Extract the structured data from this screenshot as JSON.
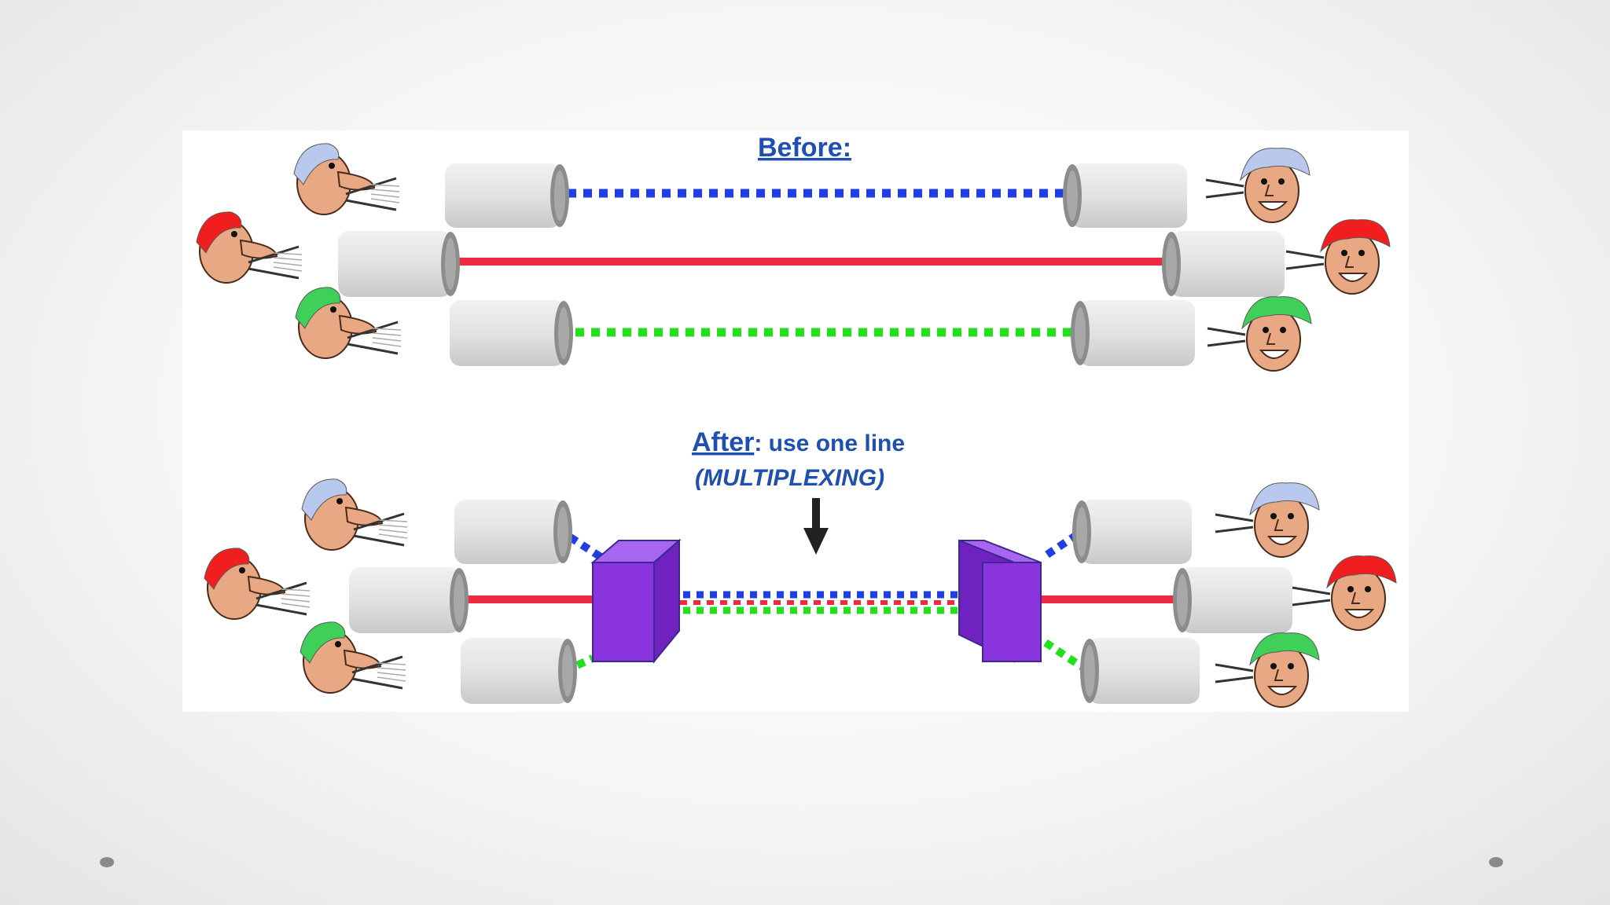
{
  "before": {
    "label": "Before:"
  },
  "after": {
    "label": "After",
    "caption_rest": ": use one line",
    "caption_sub": "(MULTIPLEXING)"
  },
  "colors": {
    "blue": "#1f3fe6",
    "red": "#ee2a43",
    "green": "#22e01c",
    "mux": "#8a34e0",
    "can": "#e0e0e0",
    "title": "#1f4fb0",
    "skin": "#e8a883"
  },
  "hair_colors": {
    "blue": "#b9c9ee",
    "red": "#f01e1e",
    "green": "#3fd05a"
  },
  "icons": [
    "speaking-person-icon",
    "listening-person-icon",
    "tin-can-icon",
    "multiplexer-box-icon",
    "down-arrow-icon"
  ]
}
